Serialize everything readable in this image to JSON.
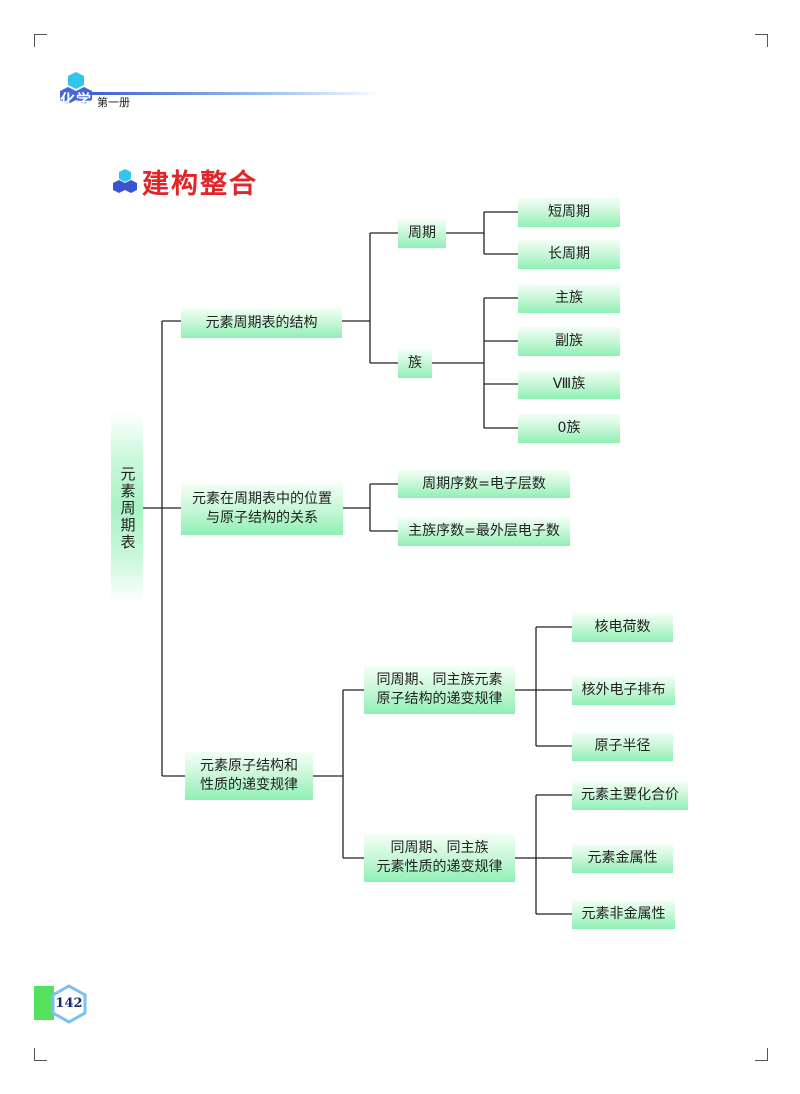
{
  "header": {
    "logo_text": "化学",
    "book_subtitle": "第一册"
  },
  "section": {
    "title": "建构整合"
  },
  "diagram": {
    "root": "元素周期表",
    "branch_structure": {
      "label": "元素周期表的结构",
      "period": {
        "label": "周期",
        "children": [
          "短周期",
          "长周期"
        ]
      },
      "group": {
        "label": "族",
        "children": [
          "主族",
          "副族",
          "Ⅷ族",
          "0族"
        ]
      }
    },
    "branch_relation": {
      "label_line1": "元素在周期表中的位置",
      "label_line2": "与原子结构的关系",
      "children": [
        "周期序数=电子层数",
        "主族序数=最外层电子数"
      ]
    },
    "branch_trend": {
      "label_line1": "元素原子结构和",
      "label_line2": "性质的递变规律",
      "atomic": {
        "label_line1": "同周期、同主族元素",
        "label_line2": "原子结构的递变规律",
        "children": [
          "核电荷数",
          "核外电子排布",
          "原子半径"
        ]
      },
      "property": {
        "label_line1": "同周期、同主族",
        "label_line2": "元素性质的递变规律",
        "children": [
          "元素主要化合价",
          "元素金属性",
          "元素非金属性"
        ]
      }
    }
  },
  "footer": {
    "page_number": "142"
  }
}
